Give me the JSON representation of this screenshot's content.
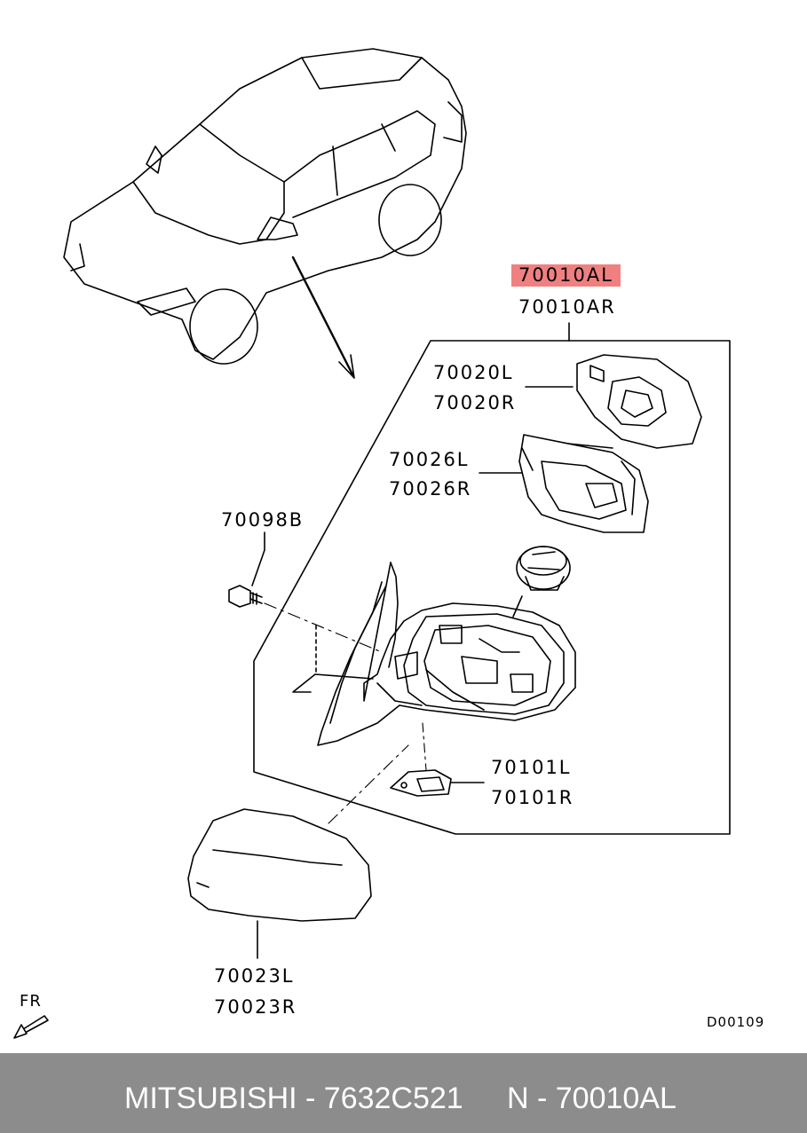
{
  "diagram": {
    "code": "D00109",
    "direction_label": "FR"
  },
  "parts": [
    {
      "id": "mirror-assy",
      "left": "70010AL",
      "right": "70010AR",
      "highlighted": true
    },
    {
      "id": "mirror-glass",
      "left": "70020L",
      "right": "70020R"
    },
    {
      "id": "mirror-holder",
      "left": "70026L",
      "right": "70026R"
    },
    {
      "id": "screw",
      "single": "70098B"
    },
    {
      "id": "bracket",
      "left": "70101L",
      "right": "70101R"
    },
    {
      "id": "mirror-cover",
      "left": "70023L",
      "right": "70023R"
    }
  ],
  "footer": {
    "brand_part": "MITSUBISHI - 7632C521",
    "oem_ref": "N - 70010AL",
    "background": "#8c8c8c"
  },
  "colors": {
    "highlight": "#f08080",
    "line": "#000000"
  }
}
